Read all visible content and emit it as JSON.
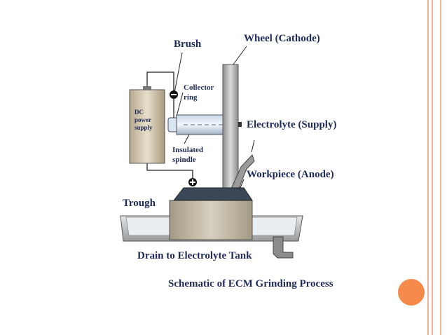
{
  "colors": {
    "accent": "#f58a4b",
    "border_line": "#f3b39a",
    "text": "#1e2a57"
  },
  "labels": {
    "brush": "Brush",
    "wheel": "Wheel (Cathode)",
    "collector_ring": [
      "Collector",
      "ring"
    ],
    "dc_supply": [
      "DC",
      "power",
      "supply"
    ],
    "electrolyte_supply": "Electrolyte (Supply)",
    "insulated_spindle": [
      "Insulated",
      "spindle"
    ],
    "workpiece": "Workpiece (Anode)",
    "trough": "Trough",
    "drain": "Drain to Electrolyte Tank",
    "caption": "Schematic of ECM Grinding Process"
  }
}
